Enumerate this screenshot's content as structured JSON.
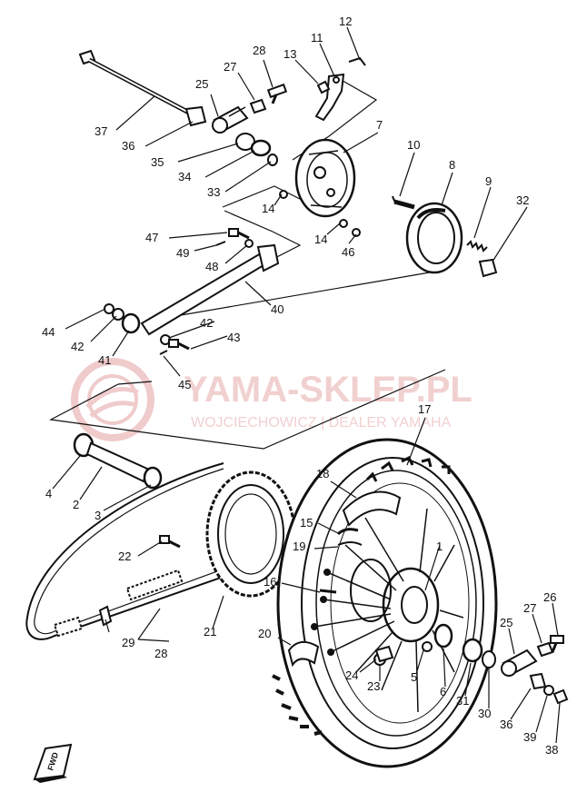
{
  "watermark": {
    "brand": "YAMA-SKLEP.PL",
    "subline": "WOJCIECHOWICZ | DEALER YAMAHA",
    "color": "#e5a2a2"
  },
  "fwd_label": "FWD",
  "diagram_lines": {
    "stroke": "#111111"
  },
  "callouts": [
    {
      "id": "c12",
      "text": "12"
    },
    {
      "id": "c11",
      "text": "11"
    },
    {
      "id": "c13",
      "text": "13"
    },
    {
      "id": "c28a",
      "text": "28"
    },
    {
      "id": "c27a",
      "text": "27"
    },
    {
      "id": "c25a",
      "text": "25"
    },
    {
      "id": "c37",
      "text": "37"
    },
    {
      "id": "c36a",
      "text": "36"
    },
    {
      "id": "c35",
      "text": "35"
    },
    {
      "id": "c34",
      "text": "34"
    },
    {
      "id": "c33",
      "text": "33"
    },
    {
      "id": "c7",
      "text": "7"
    },
    {
      "id": "c10",
      "text": "10"
    },
    {
      "id": "c8",
      "text": "8"
    },
    {
      "id": "c9",
      "text": "9"
    },
    {
      "id": "c32",
      "text": "32"
    },
    {
      "id": "c14a",
      "text": "14"
    },
    {
      "id": "c14b",
      "text": "14"
    },
    {
      "id": "c46",
      "text": "46"
    },
    {
      "id": "c47",
      "text": "47"
    },
    {
      "id": "c49",
      "text": "49"
    },
    {
      "id": "c48",
      "text": "48"
    },
    {
      "id": "c40",
      "text": "40"
    },
    {
      "id": "c44",
      "text": "44"
    },
    {
      "id": "c42a",
      "text": "42"
    },
    {
      "id": "c42b",
      "text": "42"
    },
    {
      "id": "c43",
      "text": "43"
    },
    {
      "id": "c41",
      "text": "41"
    },
    {
      "id": "c45",
      "text": "45"
    },
    {
      "id": "c17",
      "text": "17"
    },
    {
      "id": "c4",
      "text": "4"
    },
    {
      "id": "c2",
      "text": "2"
    },
    {
      "id": "c3",
      "text": "3"
    },
    {
      "id": "c18",
      "text": "18"
    },
    {
      "id": "c15",
      "text": "15"
    },
    {
      "id": "c19",
      "text": "19"
    },
    {
      "id": "c22",
      "text": "22"
    },
    {
      "id": "c1",
      "text": "1"
    },
    {
      "id": "c16",
      "text": "16"
    },
    {
      "id": "c21",
      "text": "21"
    },
    {
      "id": "c29",
      "text": "29"
    },
    {
      "id": "c28b",
      "text": "28"
    },
    {
      "id": "c20",
      "text": "20"
    },
    {
      "id": "c26",
      "text": "26"
    },
    {
      "id": "c27b",
      "text": "27"
    },
    {
      "id": "c25b",
      "text": "25"
    },
    {
      "id": "c24",
      "text": "24"
    },
    {
      "id": "c23",
      "text": "23"
    },
    {
      "id": "c5",
      "text": "5"
    },
    {
      "id": "c6",
      "text": "6"
    },
    {
      "id": "c31",
      "text": "31"
    },
    {
      "id": "c30",
      "text": "30"
    },
    {
      "id": "c36b",
      "text": "36"
    },
    {
      "id": "c39",
      "text": "39"
    },
    {
      "id": "c38",
      "text": "38"
    }
  ]
}
